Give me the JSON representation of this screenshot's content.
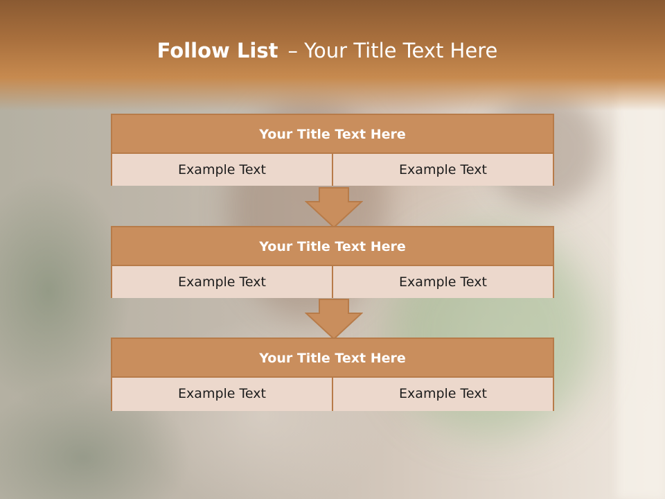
{
  "slide": {
    "title_bold": "Follow List",
    "title_rest": "– Your Title Text Here"
  },
  "blocks": [
    {
      "header": "Your Title Text Here",
      "left": "Example Text",
      "right": "Example Text"
    },
    {
      "header": "Your Title Text Here",
      "left": "Example Text",
      "right": "Example Text"
    },
    {
      "header": "Your Title Text Here",
      "left": "Example Text",
      "right": "Example Text"
    }
  ],
  "colors": {
    "header_band": "#a86f3d",
    "block_header": "#c98e5d",
    "block_cell": "#ecd8cc",
    "border": "#b77b49"
  }
}
